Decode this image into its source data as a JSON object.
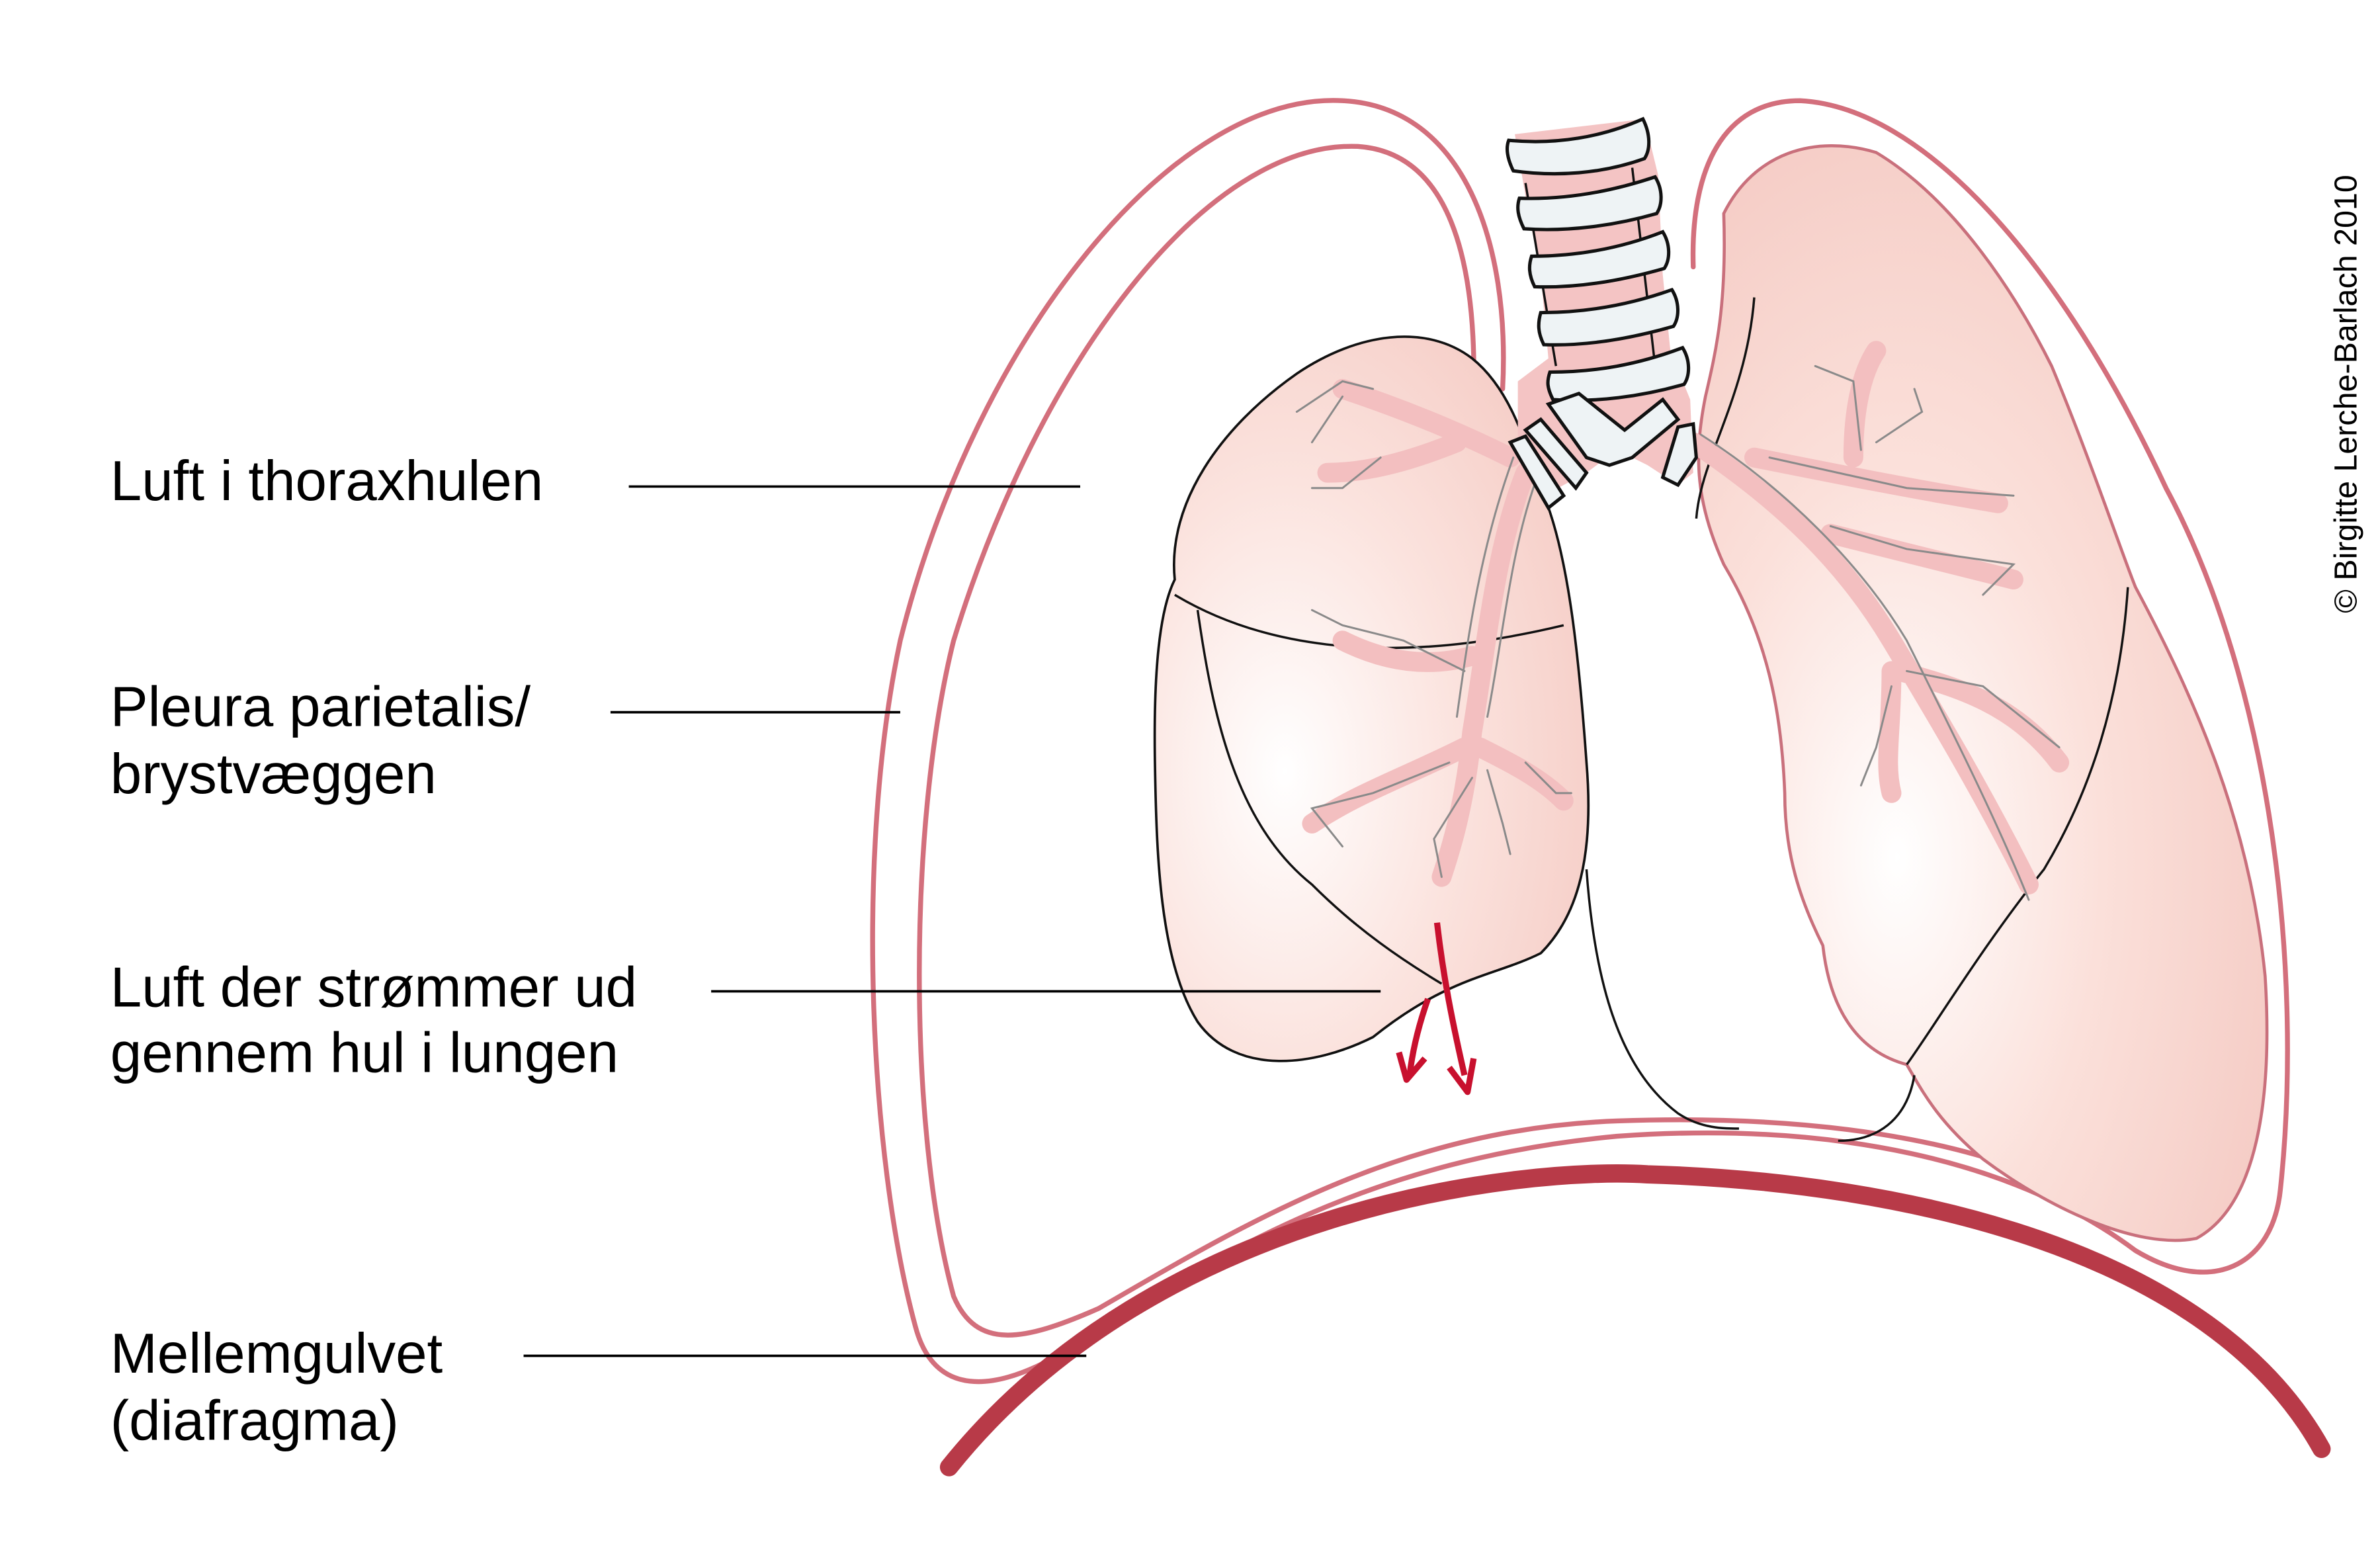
{
  "labels": {
    "air_in_thorax": "Luft i thoraxhulen",
    "pleura_line1": "Pleura parietalis/",
    "pleura_line2": "brystvæggen",
    "leak_line1": "Luft der strømmer ud",
    "leak_line2": "gennem hul i lungen",
    "diaphragm_line1": "Mellemgulvet",
    "diaphragm_line2": "(diafragma)"
  },
  "copyright": "© Birgitte Lerche-Barlach 2010",
  "colors": {
    "pleura": "#d36f7c",
    "diaphragm": "#b83a48",
    "lung_fill": "#f9d9d3",
    "bronchus": "#f3bfc0",
    "air_arrow": "#c8102e"
  }
}
